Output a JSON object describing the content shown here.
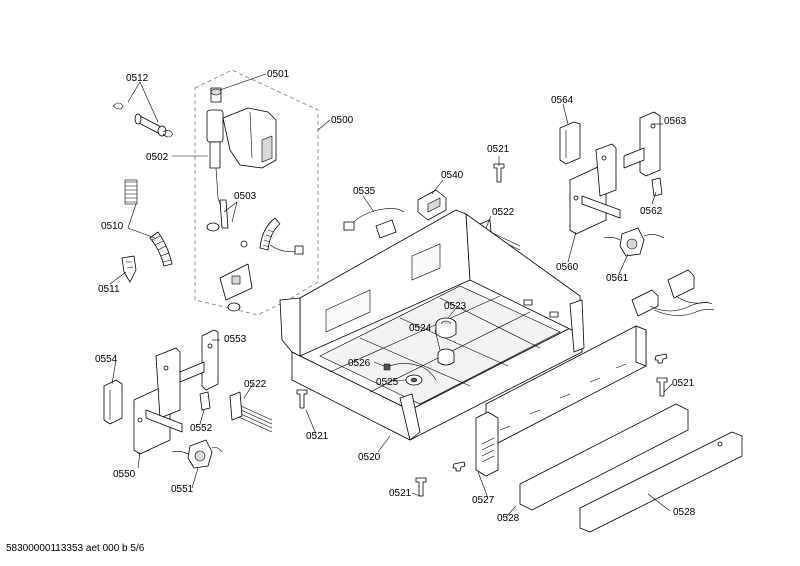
{
  "labels": {
    "p0512": "0512",
    "p0501": "0501",
    "p0500": "0500",
    "p0502": "0502",
    "p0503": "0503",
    "p0510": "0510",
    "p0511": "0511",
    "p0535": "0535",
    "p0540": "0540",
    "p0521a": "0521",
    "p0522a": "0522",
    "p0564": "0564",
    "p0563": "0563",
    "p0562": "0562",
    "p0560": "0560",
    "p0561": "0561",
    "p0523": "0523",
    "p0524": "0524",
    "p0526": "0526",
    "p0525": "0525",
    "p0554": "0554",
    "p0553": "0553",
    "p0522b": "0522",
    "p0552": "0552",
    "p0550": "0550",
    "p0551": "0551",
    "p0521b": "0521",
    "p0520": "0520",
    "p0521c": "0521",
    "p0521d": "0521",
    "p0527": "0527",
    "p0528a": "0528",
    "p0528b": "0528"
  },
  "footer": "58300000113353 aet 000 b 5/6"
}
